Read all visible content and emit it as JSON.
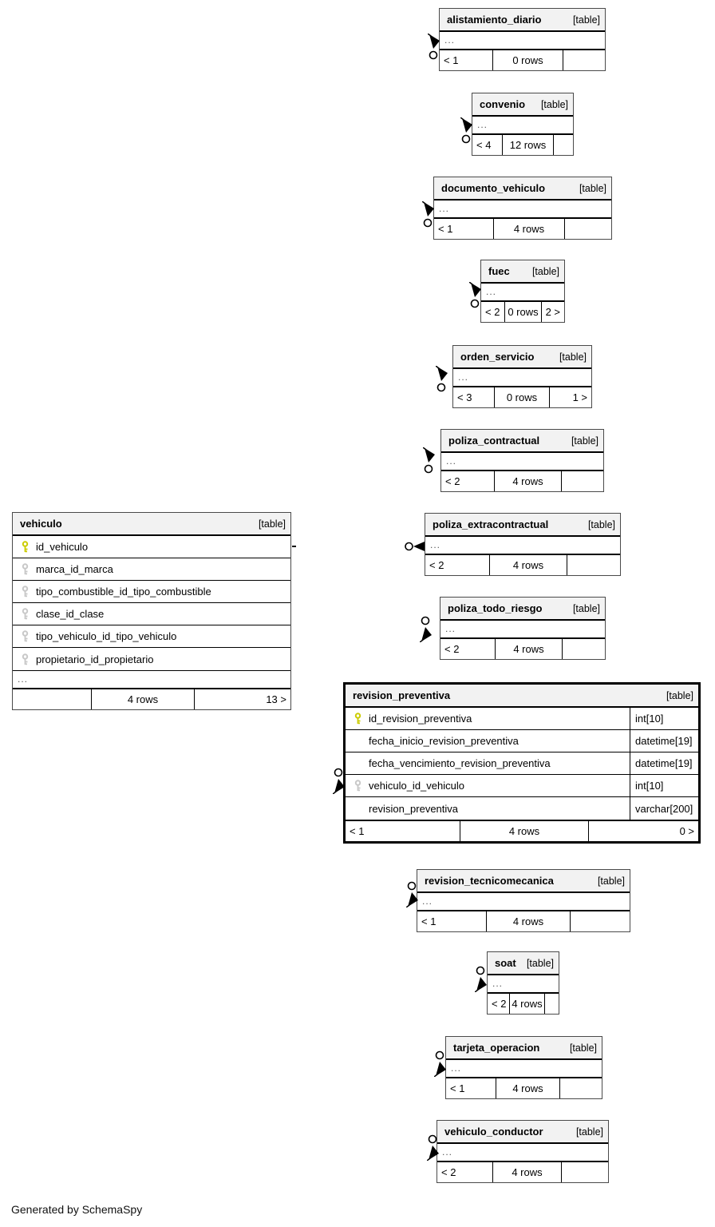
{
  "credit": "Generated by SchemaSpy",
  "colors": {
    "primary_key": "#cccc00",
    "foreign_key": "#c8c8c8",
    "header_bg": "#f2f2f2",
    "border": "#000000"
  },
  "tables": [
    {
      "name": "alistamiento_diario",
      "type_label": "[table]",
      "ellipsis": "...",
      "footer": {
        "left": "< 1",
        "center": "0 rows",
        "right": ""
      }
    },
    {
      "name": "convenio",
      "type_label": "[table]",
      "ellipsis": "...",
      "footer": {
        "left": "< 4",
        "center": "12 rows",
        "right": ""
      }
    },
    {
      "name": "documento_vehiculo",
      "type_label": "[table]",
      "ellipsis": "...",
      "footer": {
        "left": "< 1",
        "center": "4 rows",
        "right": ""
      }
    },
    {
      "name": "fuec",
      "type_label": "[table]",
      "ellipsis": "...",
      "footer": {
        "left": "< 2",
        "center": "0 rows",
        "right": "2 >"
      }
    },
    {
      "name": "orden_servicio",
      "type_label": "[table]",
      "ellipsis": "...",
      "footer": {
        "left": "< 3",
        "center": "0 rows",
        "right": "1 >"
      }
    },
    {
      "name": "poliza_contractual",
      "type_label": "[table]",
      "ellipsis": "...",
      "footer": {
        "left": "< 2",
        "center": "4 rows",
        "right": ""
      }
    },
    {
      "name": "poliza_extracontractual",
      "type_label": "[table]",
      "ellipsis": "...",
      "footer": {
        "left": "< 2",
        "center": "4 rows",
        "right": ""
      }
    },
    {
      "name": "poliza_todo_riesgo",
      "type_label": "[table]",
      "ellipsis": "...",
      "footer": {
        "left": "< 2",
        "center": "4 rows",
        "right": ""
      }
    },
    {
      "name": "vehiculo",
      "type_label": "[table]",
      "ellipsis": "...",
      "fields": [
        {
          "name": "id_vehiculo",
          "key": "primary"
        },
        {
          "name": "marca_id_marca",
          "key": "foreign"
        },
        {
          "name": "tipo_combustible_id_tipo_combustible",
          "key": "foreign"
        },
        {
          "name": "clase_id_clase",
          "key": "foreign"
        },
        {
          "name": "tipo_vehiculo_id_tipo_vehiculo",
          "key": "foreign"
        },
        {
          "name": "propietario_id_propietario",
          "key": "foreign"
        }
      ],
      "footer": {
        "left": "",
        "center": "4 rows",
        "right": "13 >"
      }
    },
    {
      "name": "revision_preventiva",
      "type_label": "[table]",
      "highlighted": true,
      "fields": [
        {
          "name": "id_revision_preventiva",
          "type": "int[10]",
          "key": "primary"
        },
        {
          "name": "fecha_inicio_revision_preventiva",
          "type": "datetime[19]",
          "key": "none"
        },
        {
          "name": "fecha_vencimiento_revision_preventiva",
          "type": "datetime[19]",
          "key": "none"
        },
        {
          "name": "vehiculo_id_vehiculo",
          "type": "int[10]",
          "key": "foreign"
        },
        {
          "name": "revision_preventiva",
          "type": "varchar[200]",
          "key": "none"
        }
      ],
      "footer": {
        "left": "< 1",
        "center": "4 rows",
        "right": "0 >"
      }
    },
    {
      "name": "revision_tecnicomecanica",
      "type_label": "[table]",
      "ellipsis": "...",
      "footer": {
        "left": "< 1",
        "center": "4 rows",
        "right": ""
      }
    },
    {
      "name": "soat",
      "type_label": "[table]",
      "ellipsis": "...",
      "footer": {
        "left": "< 2",
        "center": "4 rows",
        "right": ""
      }
    },
    {
      "name": "tarjeta_operacion",
      "type_label": "[table]",
      "ellipsis": "...",
      "footer": {
        "left": "< 1",
        "center": "4 rows",
        "right": ""
      }
    },
    {
      "name": "vehiculo_conductor",
      "type_label": "[table]",
      "ellipsis": "...",
      "footer": {
        "left": "< 2",
        "center": "4 rows",
        "right": ""
      }
    }
  ]
}
